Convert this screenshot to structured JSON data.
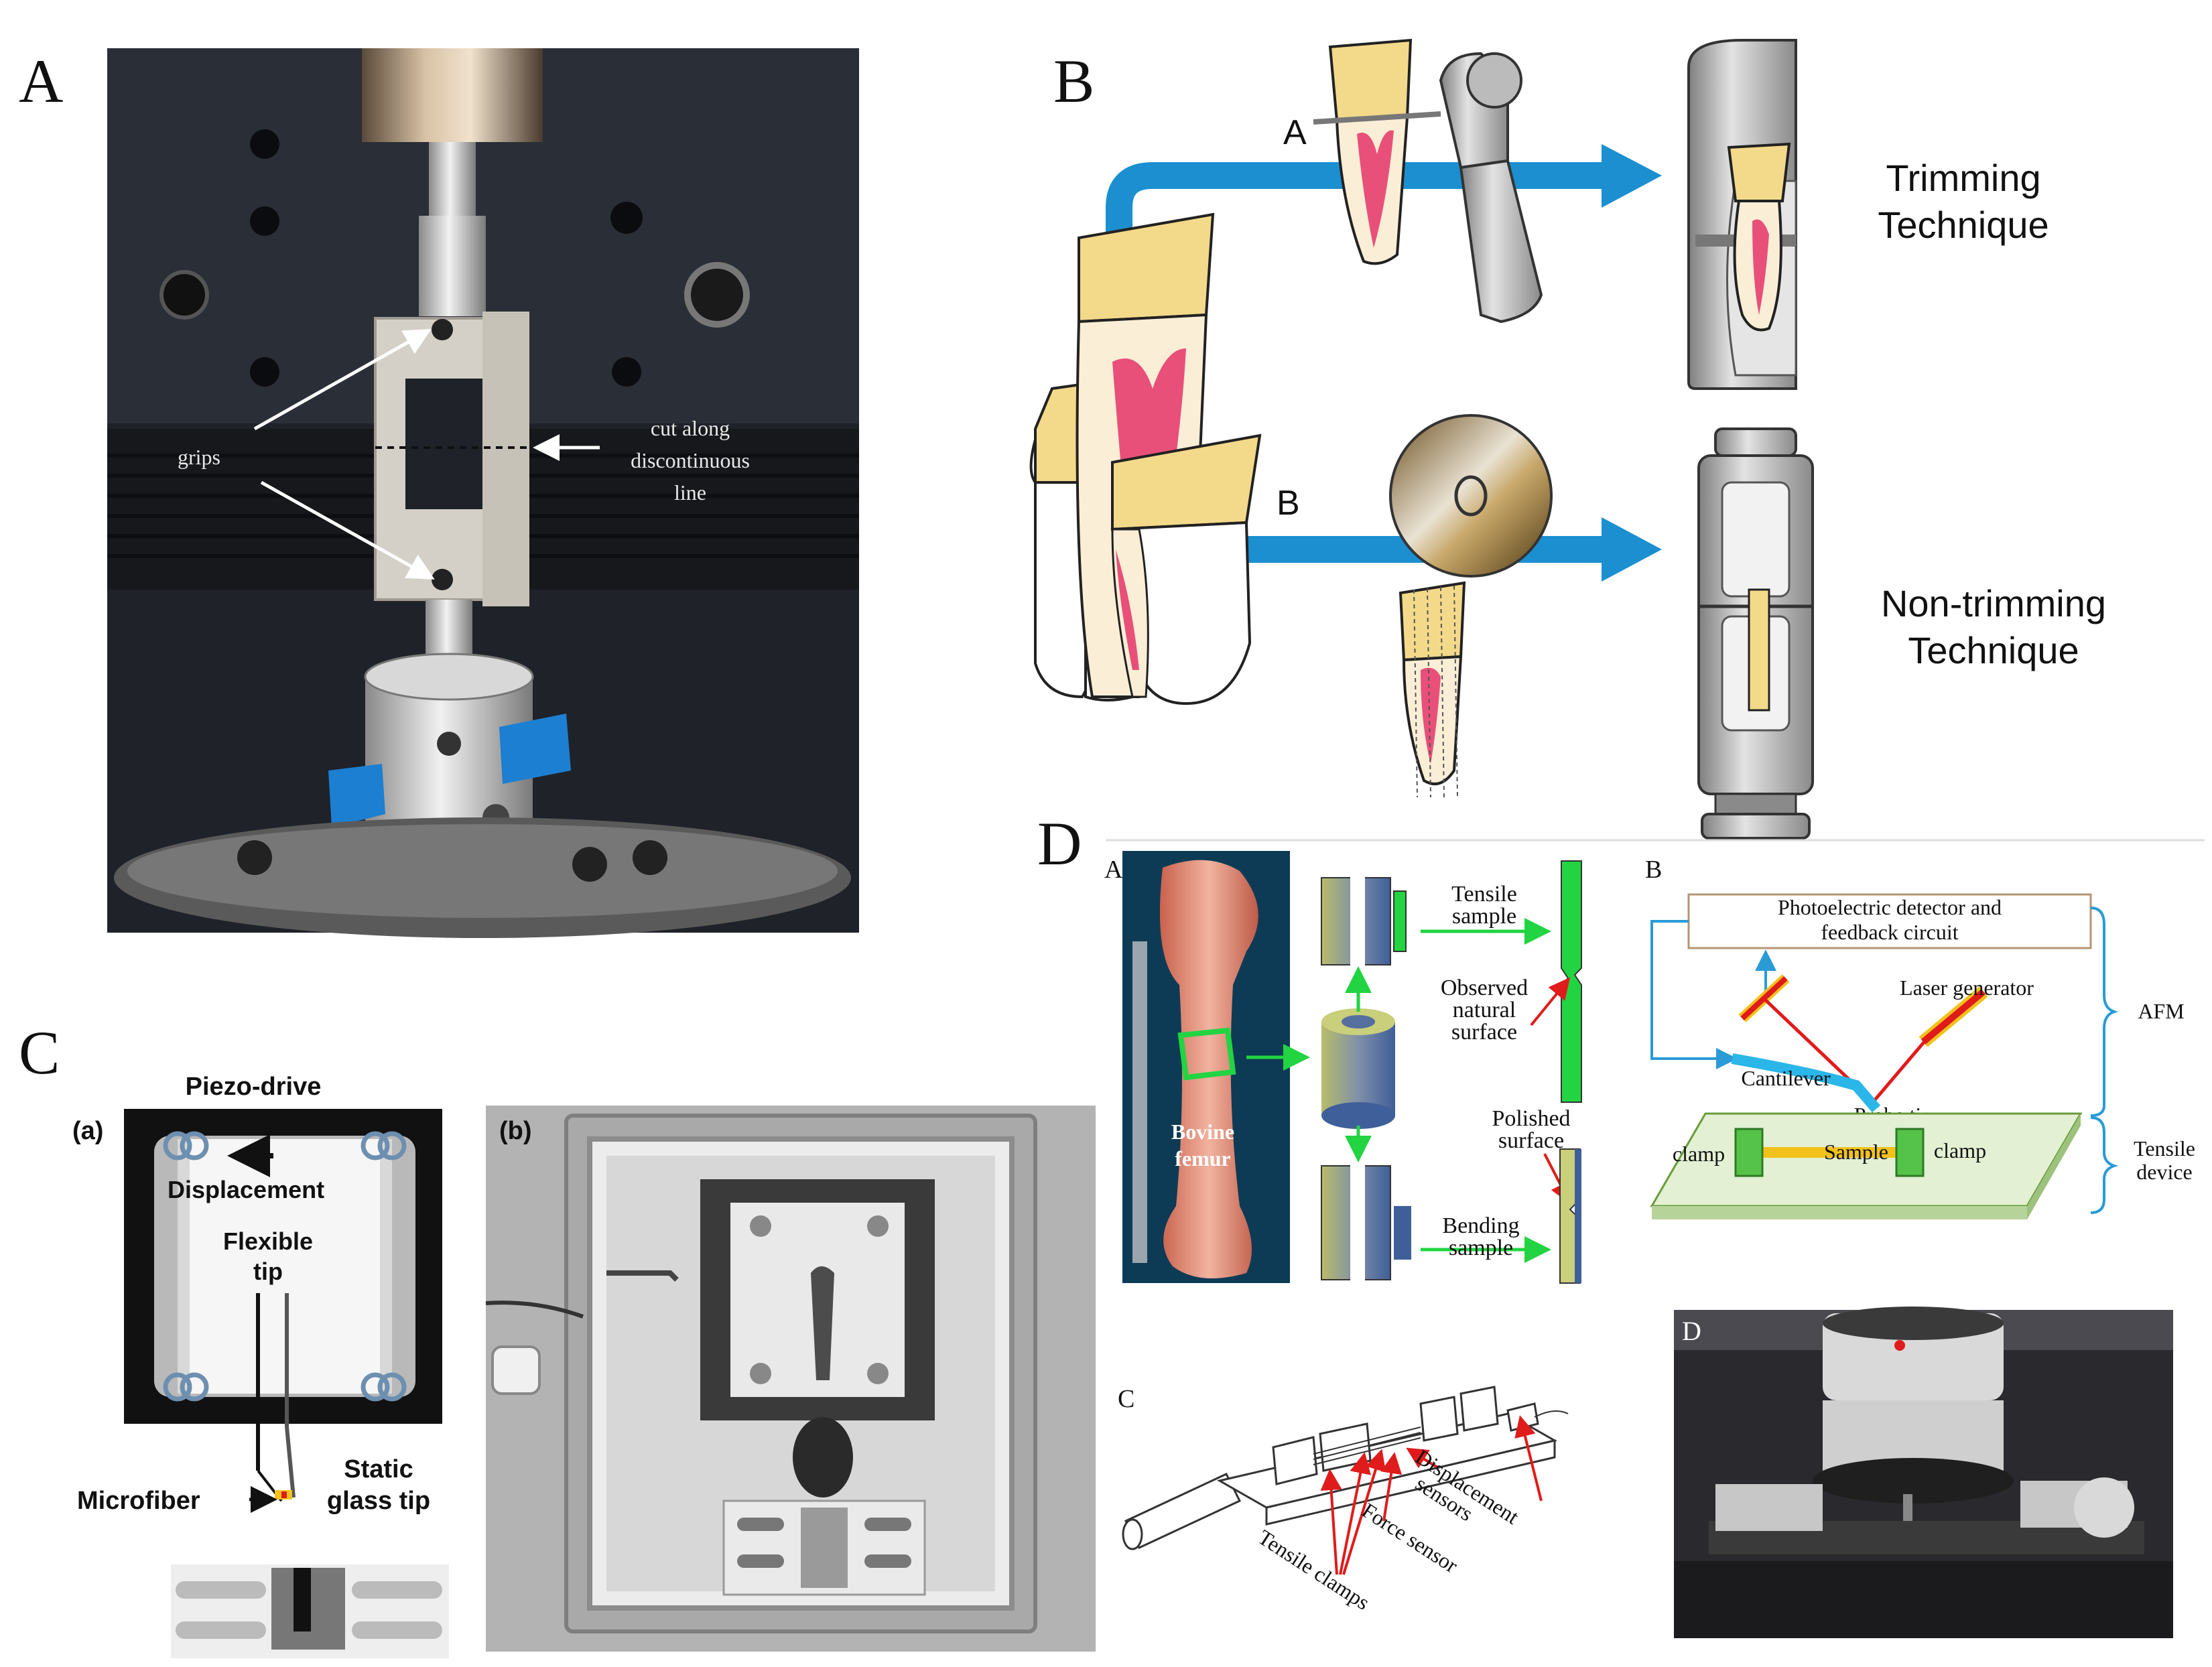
{
  "panels": {
    "a": {
      "letter": "A",
      "grips": "grips",
      "cut1": "cut along",
      "cut2": "discontinuous",
      "cut3": "line"
    },
    "b": {
      "letter": "B",
      "route_a": "A",
      "route_b": "B",
      "trim1": "Trimming",
      "trim2": "Technique",
      "non1": "Non-trimming",
      "non2": "Technique"
    },
    "c": {
      "letter": "C",
      "piezo": "Piezo-drive",
      "sub_a": "(a)",
      "sub_b": "(b)",
      "displacement": "Displacement",
      "flex1": "Flexible",
      "flex2": "tip",
      "microfiber": "Microfiber",
      "static1": "Static",
      "static2": "glass tip"
    },
    "d": {
      "letter": "D",
      "sub_a": "A",
      "sub_b": "B",
      "sub_c": "C",
      "sub_d": "D",
      "bovine1": "Bovine",
      "bovine2": "femur",
      "tensile1": "Tensile",
      "tensile2": "sample",
      "observed1": "Observed",
      "observed2": "natural",
      "observed3": "surface",
      "polished1": "Polished",
      "polished2": "surface",
      "bending1": "Bending",
      "bending2": "sample",
      "detector1": "Photoelectric detector and",
      "detector2": "feedback circuit",
      "laser": "Laser generator",
      "afm": "AFM",
      "cantilever": "Cantilever",
      "probe": "Probe tip",
      "clamp": "clamp",
      "sample": "Sample",
      "tensile_dev1": "Tensile",
      "tensile_dev2": "device",
      "disp1": "Displacement",
      "disp2": "sensors",
      "force": "Force sensor",
      "clamps": "Tensile clamps"
    }
  },
  "colors": {
    "arrow_blue": "#1b8fd0",
    "enamel": "#f3d98a",
    "dentin": "#fbeed6",
    "pulp": "#e8507a",
    "green": "#22d442",
    "frame_blue": "#2b9bd6",
    "laser_red": "#e01b1b"
  }
}
